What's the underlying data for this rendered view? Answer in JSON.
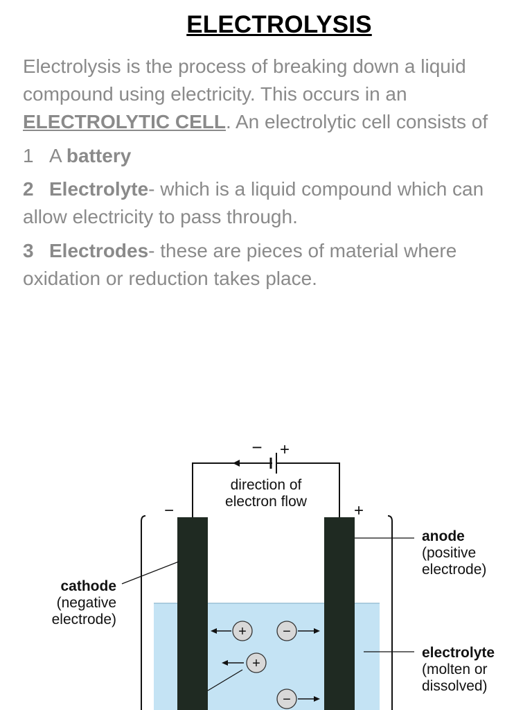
{
  "title": "ELECTROLYSIS",
  "intro": {
    "part1": "Electrolysis is the process of breaking down a liquid compound using electricity. This occurs in an ",
    "term": "ELECTROLYTIC CELL",
    "part2": ". An electrolytic cell consists of"
  },
  "items": [
    {
      "number": "1",
      "prefix": "A ",
      "term": "battery",
      "desc": ""
    },
    {
      "number": "2",
      "prefix": "",
      "term": "Electrolyte",
      "desc": "- which is a liquid compound which can allow electricity to pass through."
    },
    {
      "number": "3",
      "prefix": "",
      "term": "Electrodes",
      "desc": "- these are pieces of material where oxidation or reduction takes place."
    }
  ],
  "diagram": {
    "battery_minus": "−",
    "battery_plus": "+",
    "flow_line1": "direction of",
    "flow_line2": "electron flow",
    "cathode_sign": "−",
    "anode_sign": "+",
    "cathode_label": "cathode",
    "cathode_desc1": "(negative",
    "cathode_desc2": "electrode)",
    "anode_label": "anode",
    "anode_desc1": "(positive",
    "anode_desc2": "electrode)",
    "electrolyte_label": "electrolyte",
    "electrolyte_desc1": "(molten or",
    "electrolyte_desc2": "dissolved)",
    "positive_ion_symbol": "+",
    "negative_ion_symbol": "−",
    "colors": {
      "liquid": "#c4e3f4",
      "electrode": "#1f2a22",
      "text_gray": "#8a8a8a"
    }
  }
}
